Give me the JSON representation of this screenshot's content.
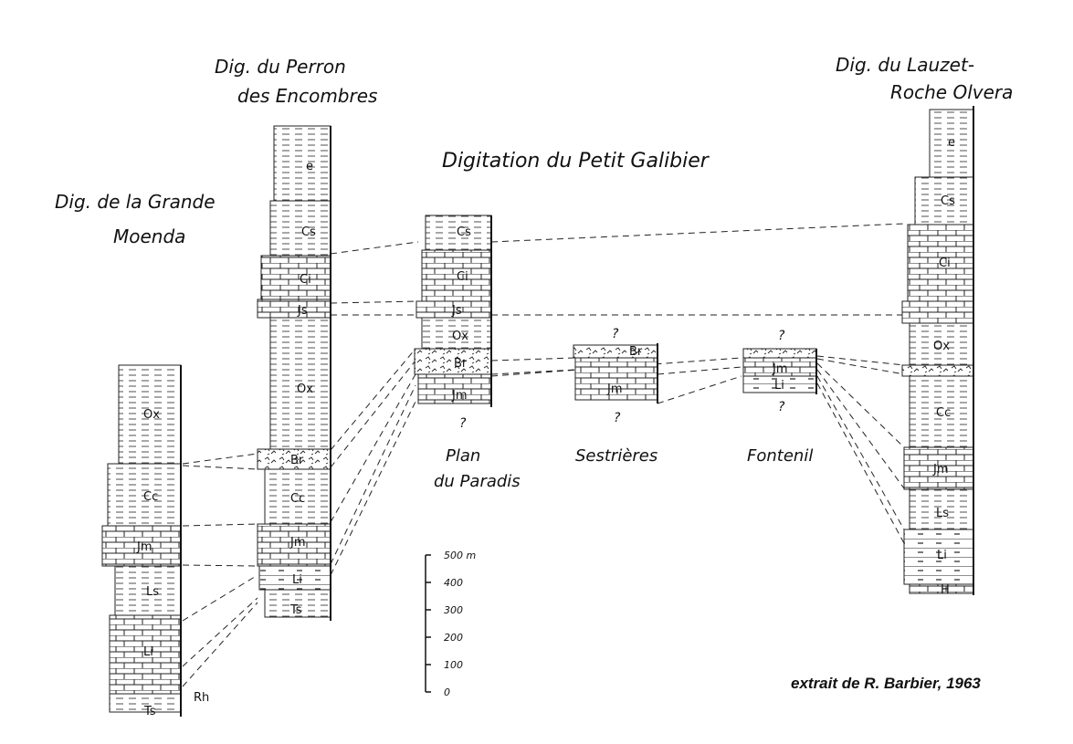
{
  "titles": {
    "main": "Digitation du  Petit Galibier",
    "grande_moenda": [
      "Dig. de la Grande",
      "Moenda"
    ],
    "perron": [
      "Dig. du Perron",
      "des Encombres"
    ],
    "lauzet": [
      "Dig. du Lauzet-",
      "Roche Olvera"
    ]
  },
  "column_captions": {
    "plan_du_paradis": [
      "Plan",
      "du Paradis"
    ],
    "sestrieres": "Sestrières",
    "fontenil": "Fontenil"
  },
  "units": {
    "grande_moenda": [
      "Ox",
      "Cc",
      "Jm",
      "Ls",
      "Li",
      "Ts"
    ],
    "grande_moenda_extra": "Rh",
    "perron": [
      "e",
      "Cs",
      "Ci",
      "Js",
      "Ox",
      "Br",
      "Cc",
      "Jm",
      "Li",
      "Ts"
    ],
    "plan_du_paradis": [
      "Cs",
      "Ci",
      "Js",
      "Ox",
      "Br",
      "Jm"
    ],
    "sestrieres": [
      "Br",
      "Jm"
    ],
    "fontenil": [
      "Jm",
      "Li"
    ],
    "lauzet": [
      "e",
      "Cs",
      "Ci",
      "Ox",
      "Cc",
      "Jm",
      "Ls",
      "Li",
      "H"
    ]
  },
  "question_mark": "?",
  "scale": {
    "ticks": [
      "500 m",
      "400",
      "300",
      "200",
      "100",
      "0"
    ]
  },
  "credit": "extrait de R. Barbier, 1963"
}
